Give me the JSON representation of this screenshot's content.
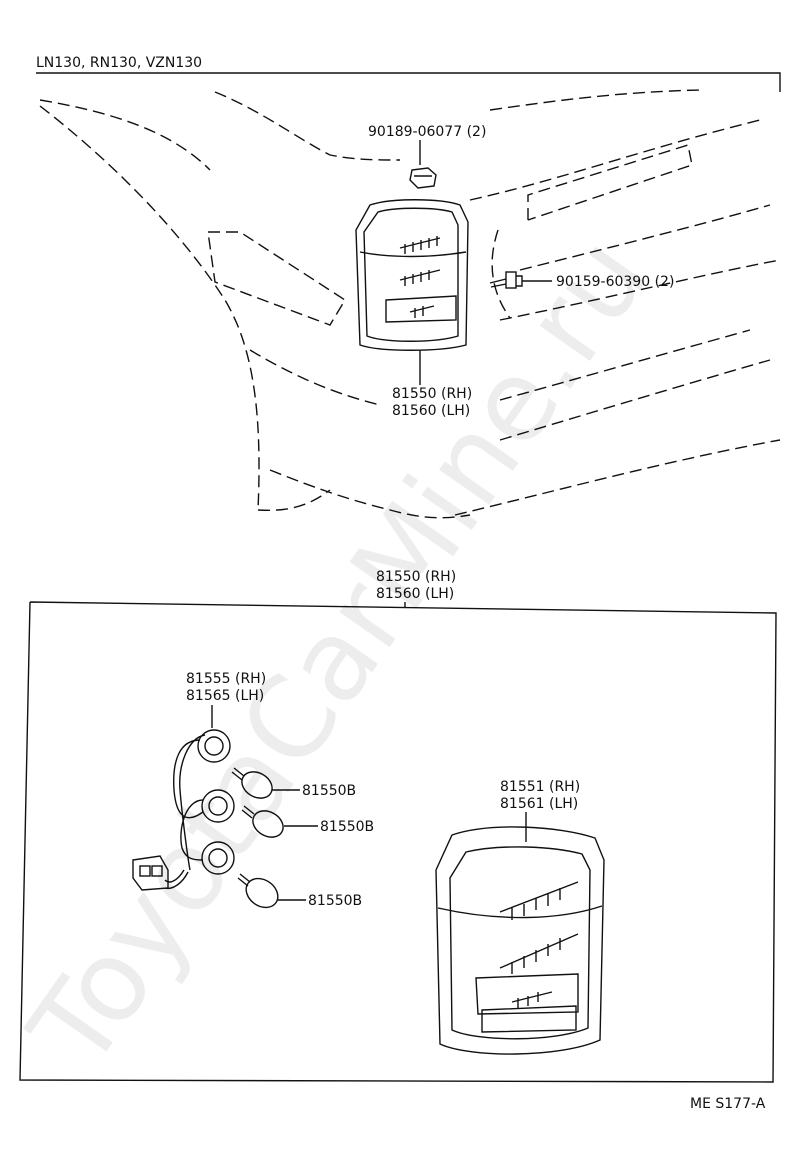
{
  "header": {
    "models": "LN130, RN130, VZN130"
  },
  "callouts": {
    "clip": "90189-06077 (2)",
    "screw": "90159-60390 (2)",
    "lamp_assy_top_rh": "81550 (RH)",
    "lamp_assy_top_lh": "81560 (LH)",
    "lamp_assy_detail_rh": "81550 (RH)",
    "lamp_assy_detail_lh": "81560 (LH)",
    "socket_rh": "81555 (RH)",
    "socket_lh": "81565 (LH)",
    "bulb_1": "81550B",
    "bulb_2": "81550B",
    "bulb_3": "81550B",
    "lens_rh": "81551 (RH)",
    "lens_lh": "81561 (LH)"
  },
  "footer": {
    "code": "ME S177-A"
  },
  "watermark": "ToyotaCarMine.ru",
  "icons": [
    "clip-icon",
    "screw-icon",
    "tail-lamp-icon",
    "bulb-icon",
    "socket-icon",
    "connector-icon"
  ]
}
